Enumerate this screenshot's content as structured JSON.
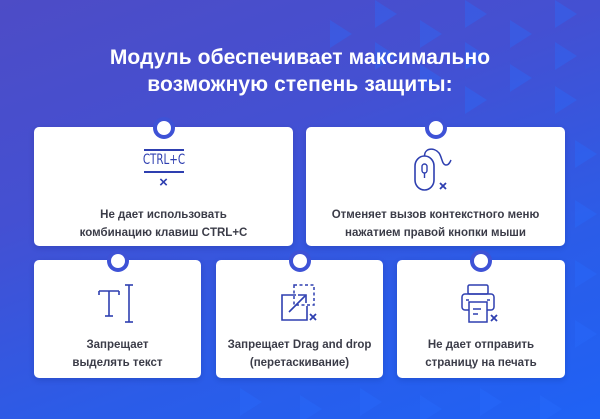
{
  "title": {
    "line1": "Модуль обеспечивает максимально",
    "line2": "возможную степень защиты:"
  },
  "colors": {
    "background_top": "#4d4cc6",
    "background_bottom": "#1f62f5",
    "card": "#ffffff",
    "icon": "#2e3fb0",
    "text": "#3b3c48",
    "title": "#ffffff"
  },
  "features": [
    {
      "icon": "ctrl-c-blocked-icon",
      "icon_text": "CTRL+C",
      "icon_mark": "×",
      "line1": "Не дает использовать",
      "line2": "комбинацию клавиш CTRL+C"
    },
    {
      "icon": "mouse-blocked-icon",
      "icon_mark": "×",
      "line1": "Отменяет вызов контекстного меню",
      "line2": "нажатием правой кнопки мыши"
    },
    {
      "icon": "text-cursor-icon",
      "line1": "Запрещает",
      "line2": "выделять текст"
    },
    {
      "icon": "drag-drop-blocked-icon",
      "icon_mark": "×",
      "line1": "Запрещает Drag and drop",
      "line2": "(перетаскивание)"
    },
    {
      "icon": "printer-blocked-icon",
      "icon_mark": "×",
      "line1": "Не дает отправить",
      "line2": "страницу на печать"
    }
  ]
}
